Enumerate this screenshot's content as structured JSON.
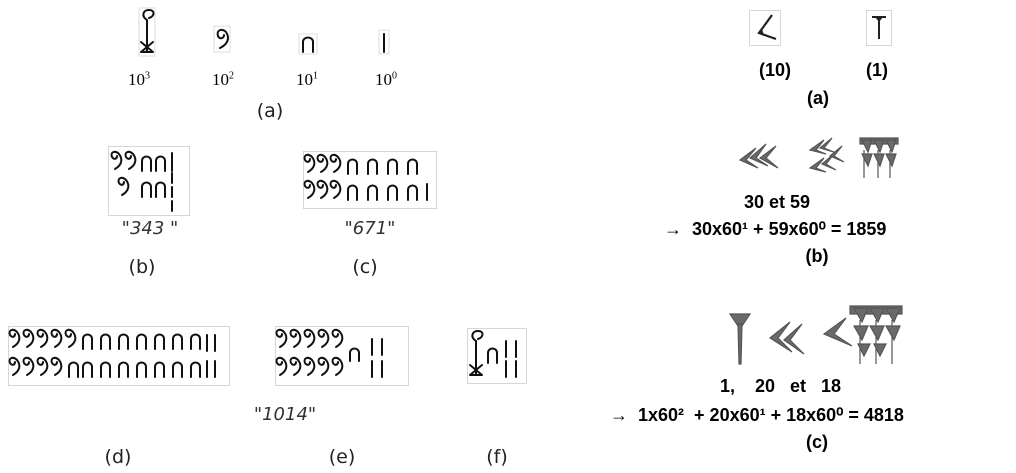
{
  "egyptian": {
    "powers": [
      {
        "base": "10",
        "exp": "3"
      },
      {
        "base": "10",
        "exp": "2"
      },
      {
        "base": "10",
        "exp": "1"
      },
      {
        "base": "10",
        "exp": "0"
      }
    ],
    "label_a": "(a)",
    "caption_343": "\"343 \"",
    "label_b": "(b)",
    "caption_671": "\"671\"",
    "label_c": "(c)",
    "caption_1014": "\"1014\"",
    "label_d": "(d)",
    "label_e": "(e)",
    "label_f": "(f)"
  },
  "babylonian": {
    "sign_ten_value": "(10)",
    "sign_one_value": "(1)",
    "label_a": "(a)",
    "example_b_numbers": "30 et 59",
    "example_b_formula": "→  30x60¹ + 59x60⁰ = 1859",
    "label_b": "(b)",
    "example_c_numbers": "1,    20   et   18",
    "example_c_formula": "→  1x60²  + 20x60¹ + 18x60⁰ = 4818",
    "label_c": "(c)"
  }
}
